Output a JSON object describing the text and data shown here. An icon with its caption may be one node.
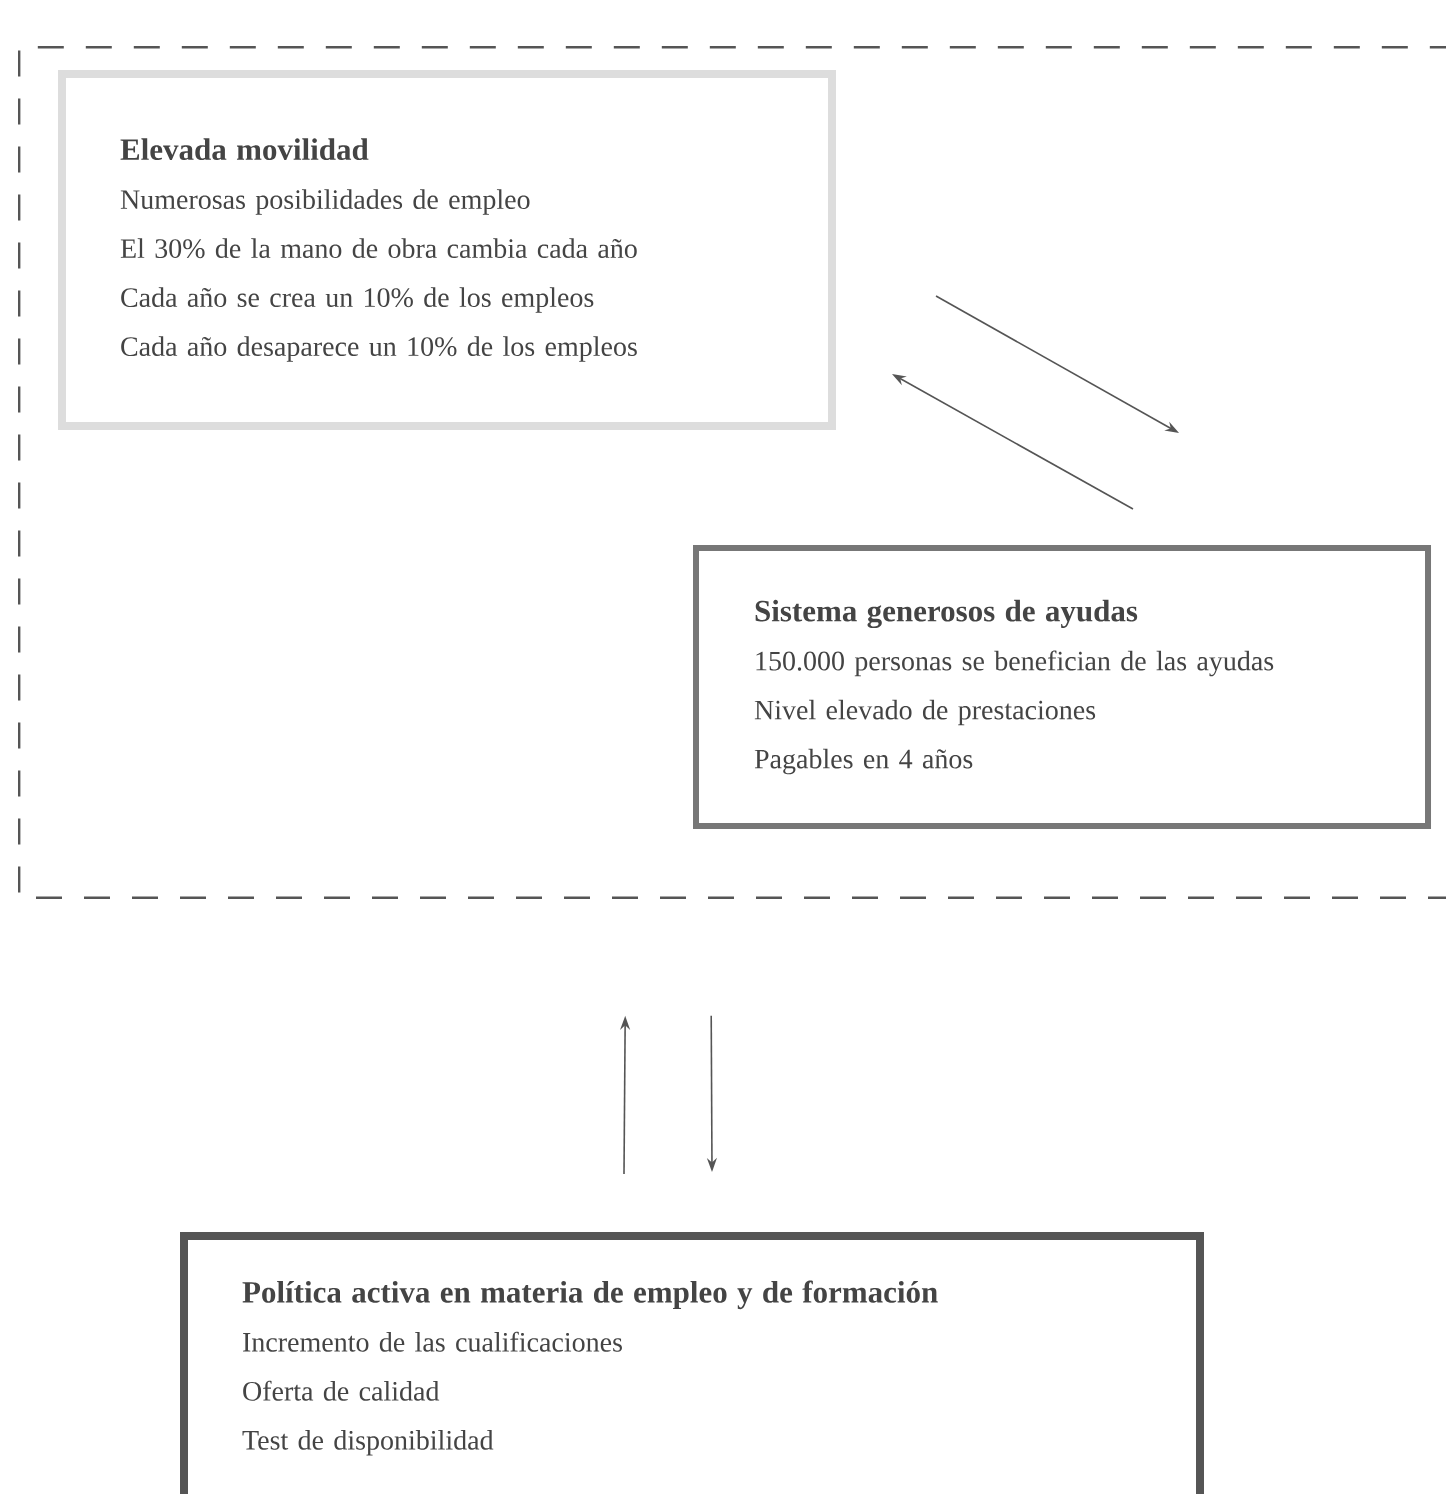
{
  "diagram": {
    "nodes": [
      {
        "text": [],
        "shape": "box"
      },
      {
        "text": [
          "Elevada movilidad",
          "Numerosas posibilidades de empleo",
          "El 30% de la mano de obra cambia cada año",
          "Cada año se crea un 10% de los empleos",
          "Cada año desaparece un 10% de los empleos"
        ],
        "in": 0
      },
      {
        "text": [
          "Sistema generosos de ayudas",
          "150.000 personas se benefician de las ayudas",
          "Nivel elevado de prestaciones",
          "Pagables en 4 años"
        ],
        "in": 0
      },
      {
        "text": [
          "Política activa en materia de empleo y de formación",
          "Incremento de las cualificaciones",
          "Oferta de calidad",
          "Test de disponibilidad"
        ]
      }
    ],
    "edges": [
      {
        "from": 1,
        "to": 2,
        "arrow": "to"
      },
      {
        "from": 2,
        "to": 1,
        "arrow": "to"
      },
      {
        "from": 3,
        "to": 0,
        "arrow": "to"
      },
      {
        "from": 0,
        "to": 3,
        "arrow": "to"
      }
    ]
  }
}
